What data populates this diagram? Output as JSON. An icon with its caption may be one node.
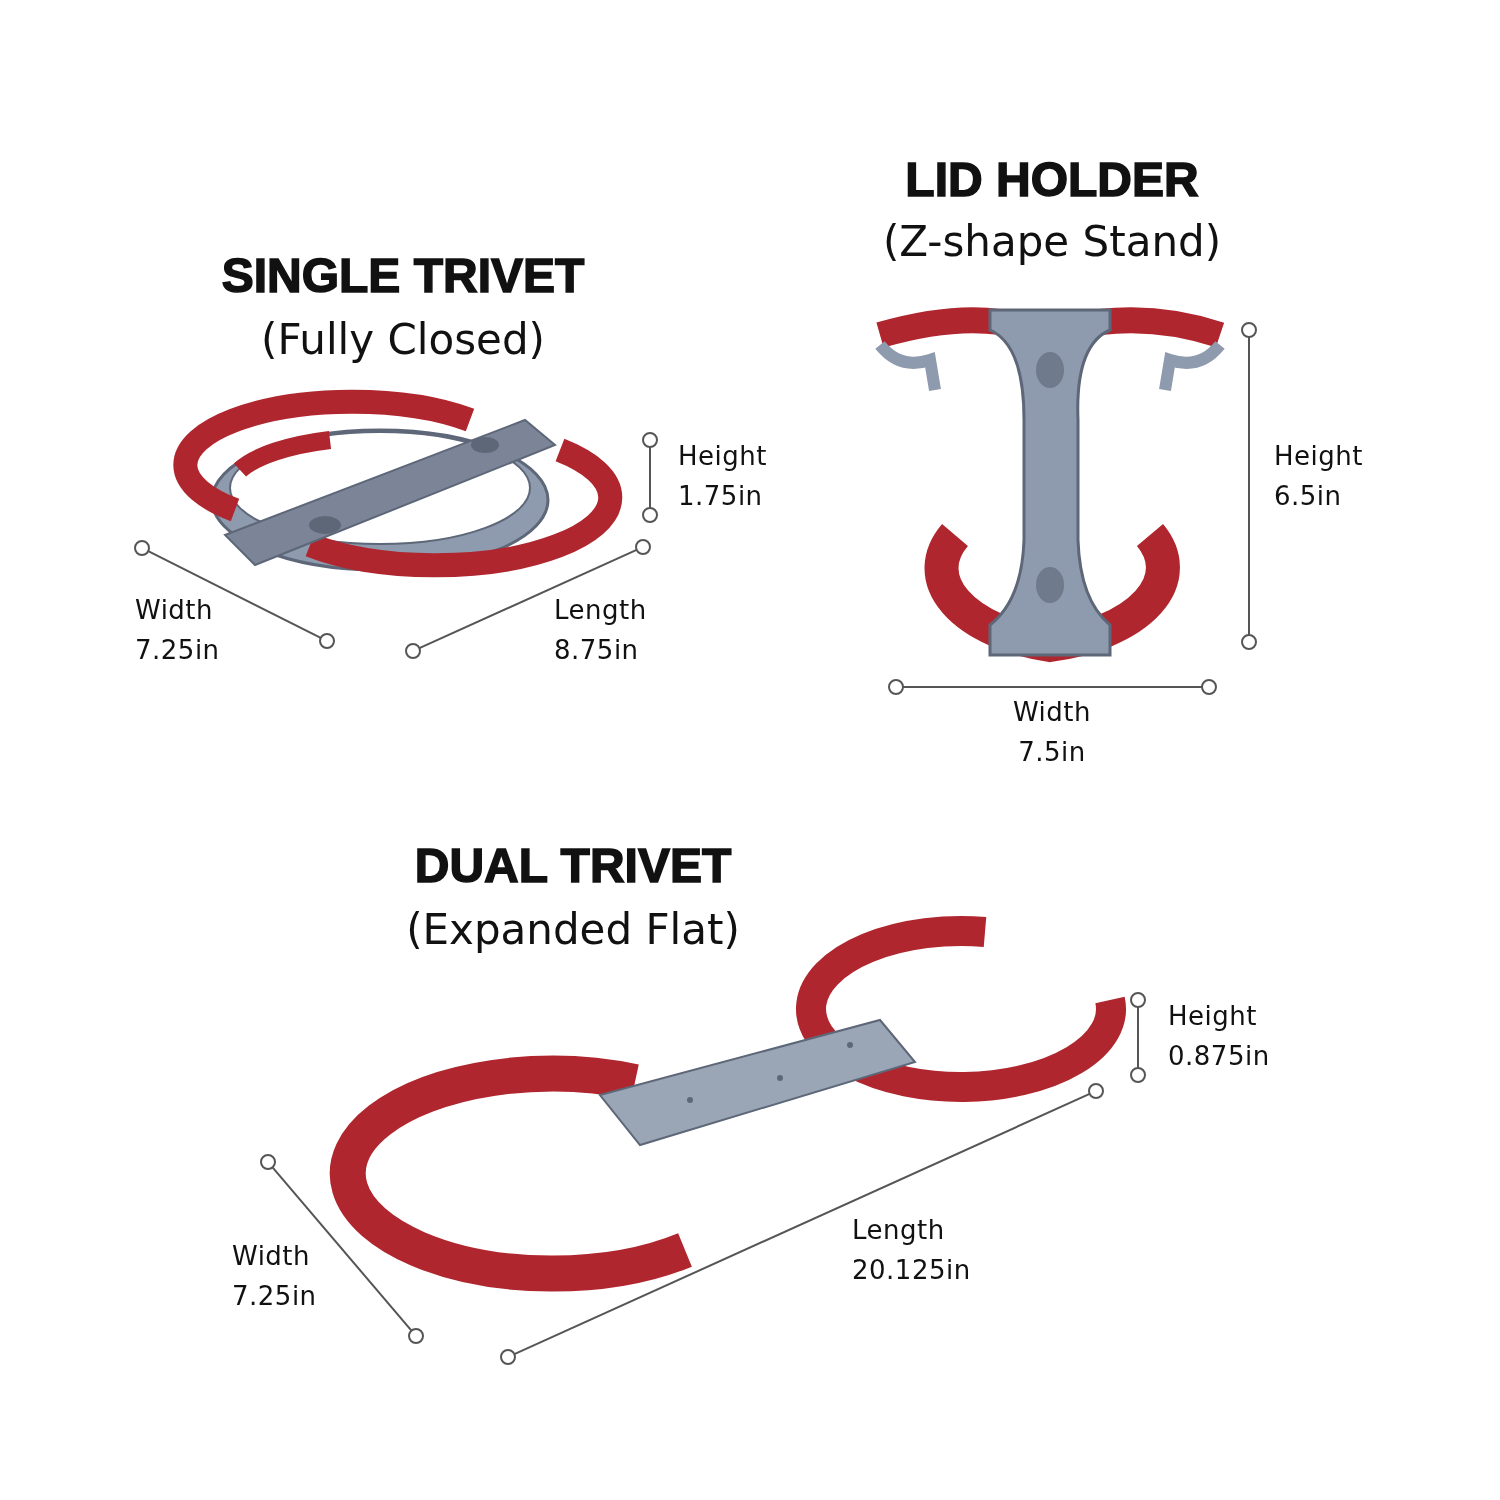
{
  "diagram": {
    "labels": [
      "LID HOLDER",
      "(Z-shape Stand)",
      "SINGLE TRIVET",
      "(Fully Closed)",
      "Height 1.75in",
      "Height 6.5in",
      "Width 7.25in",
      "Length 8.75in",
      "Width 7.5in",
      "DUAL TRIVET",
      "(Expanded Flat)",
      "Height 0.875in",
      "Length 20.125in",
      "Width 7.25in"
    ]
  }
}
